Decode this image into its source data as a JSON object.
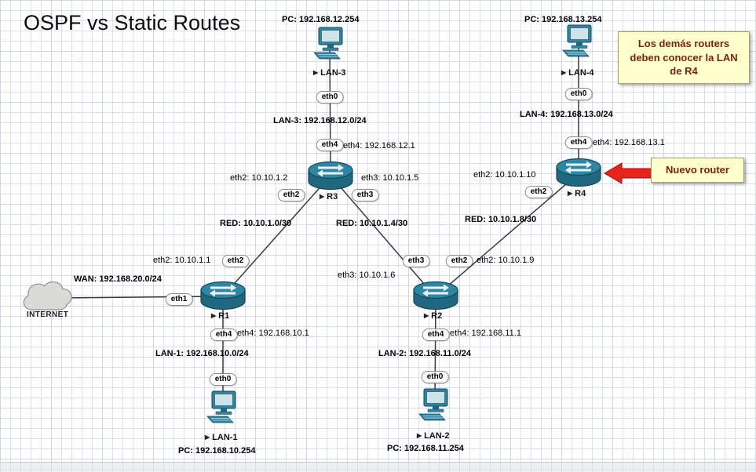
{
  "title": "OSPF vs Static Routes",
  "marker": "▶",
  "colors": {
    "device-teal": "#2e86a2",
    "device-teal-dark": "#1f6880",
    "link": "#3a3a3a",
    "note-bg": "#ffffcc",
    "note-border": "#a3a36b",
    "note-text": "#7c1e10",
    "arrow-red": "#e8231a"
  },
  "devices": {
    "internet": "INTERNET",
    "r1": "R1",
    "r2": "R2",
    "r3": "R3",
    "r4": "R4",
    "lan1": "LAN-1",
    "lan2": "LAN-2",
    "lan3": "LAN-3",
    "lan4": "LAN-4"
  },
  "ports": {
    "lan1_eth0": "eth0",
    "lan2_eth0": "eth0",
    "lan3_eth0": "eth0",
    "lan4_eth0": "eth0",
    "r1_eth1": "eth1",
    "r1_eth2": "eth2",
    "r1_eth4": "eth4",
    "r2_eth2": "eth2",
    "r2_eth3": "eth3",
    "r2_eth4": "eth4",
    "r3_eth2": "eth2",
    "r3_eth3": "eth3",
    "r3_eth4": "eth4",
    "r4_eth2": "eth2",
    "r4_eth4": "eth4"
  },
  "labels": {
    "pc_lan3": "PC: 192.168.12.254",
    "pc_lan4": "PC: 192.168.13.254",
    "pc_lan1": "PC: 192.168.10.254",
    "pc_lan2": "PC: 192.168.11.254",
    "lan3_net": "LAN-3: 192.168.12.0/24",
    "lan4_net": "LAN-4: 192.168.13.0/24",
    "lan1_net": "LAN-1: 192.168.10.0/24",
    "lan2_net": "LAN-2: 192.168.11.0/24",
    "wan_net": "WAN: 192.168.20.0/24",
    "red_a": "RED: 10.10.1.0/30",
    "red_b": "RED: 10.10.1.4/30",
    "red_c": "RED: 10.10.1.8/30",
    "r3_eth4_ip": "eth4: 192.168.12.1",
    "r4_eth4_ip": "eth4: 192.168.13.1",
    "r1_eth4_ip": "eth4: 192.168.10.1",
    "r2_eth4_ip": "eth4: 192.168.11.1",
    "r3_eth2_ip": "eth2: 10.10.1.2",
    "r3_eth3_ip": "eth3: 10.10.1.5",
    "r4_eth2_ip": "eth2: 10.10.1.10",
    "r1_eth2_ip": "eth2: 10.10.1.1",
    "r2_eth3_ip": "eth3: 10.10.1.6",
    "r2_eth2_ip": "eth2: 10.10.1.9"
  },
  "notes": {
    "info": "Los demás routers deben conocer la LAN de R4",
    "new_router": "Nuevo router"
  }
}
